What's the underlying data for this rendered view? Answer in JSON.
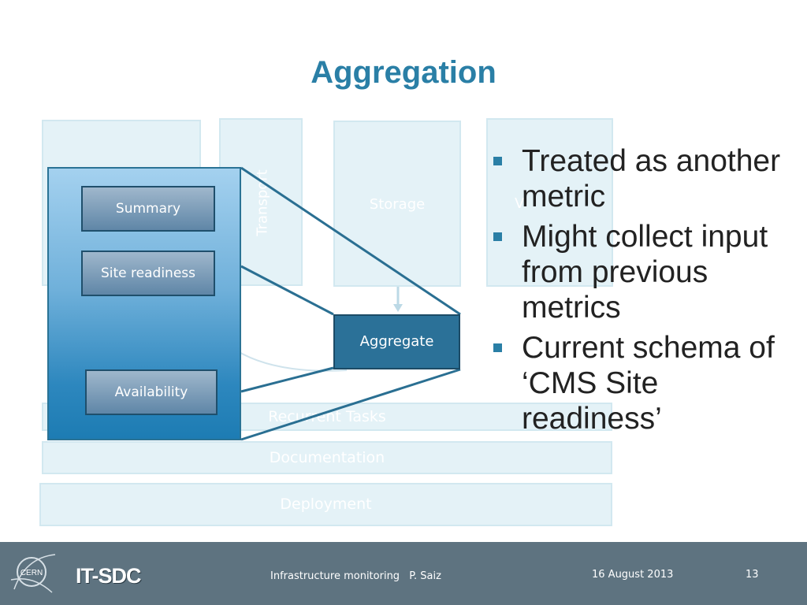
{
  "slide": {
    "title": "Aggregation"
  },
  "diagram": {
    "background_boxes": [
      {
        "id": "box1",
        "label": ""
      },
      {
        "id": "transport",
        "label": "Transport"
      },
      {
        "id": "storage",
        "label": "Storage"
      },
      {
        "id": "visualization",
        "label": "V"
      }
    ],
    "strips": [
      "Recurrent Tasks",
      "Documentation",
      "Deployment"
    ],
    "metrics": [
      "Summary",
      "Site readiness",
      "Availability"
    ],
    "aggregate_label": "Aggregate"
  },
  "bullets": [
    "Treated as another metric",
    "Might collect input from previous metrics",
    "Current schema of ‘CMS Site readiness’"
  ],
  "footer": {
    "logo_text": "CERN",
    "group": "IT-SDC",
    "presentation": "Infrastructure monitoring",
    "author": "P. Saiz",
    "date": "16 August 2013",
    "page": "13"
  },
  "colors": {
    "title": "#2a7fa6",
    "footer_bg": "#5e7380",
    "aggregate_bg": "#2b7198",
    "background_box": "#e4f2f7"
  }
}
